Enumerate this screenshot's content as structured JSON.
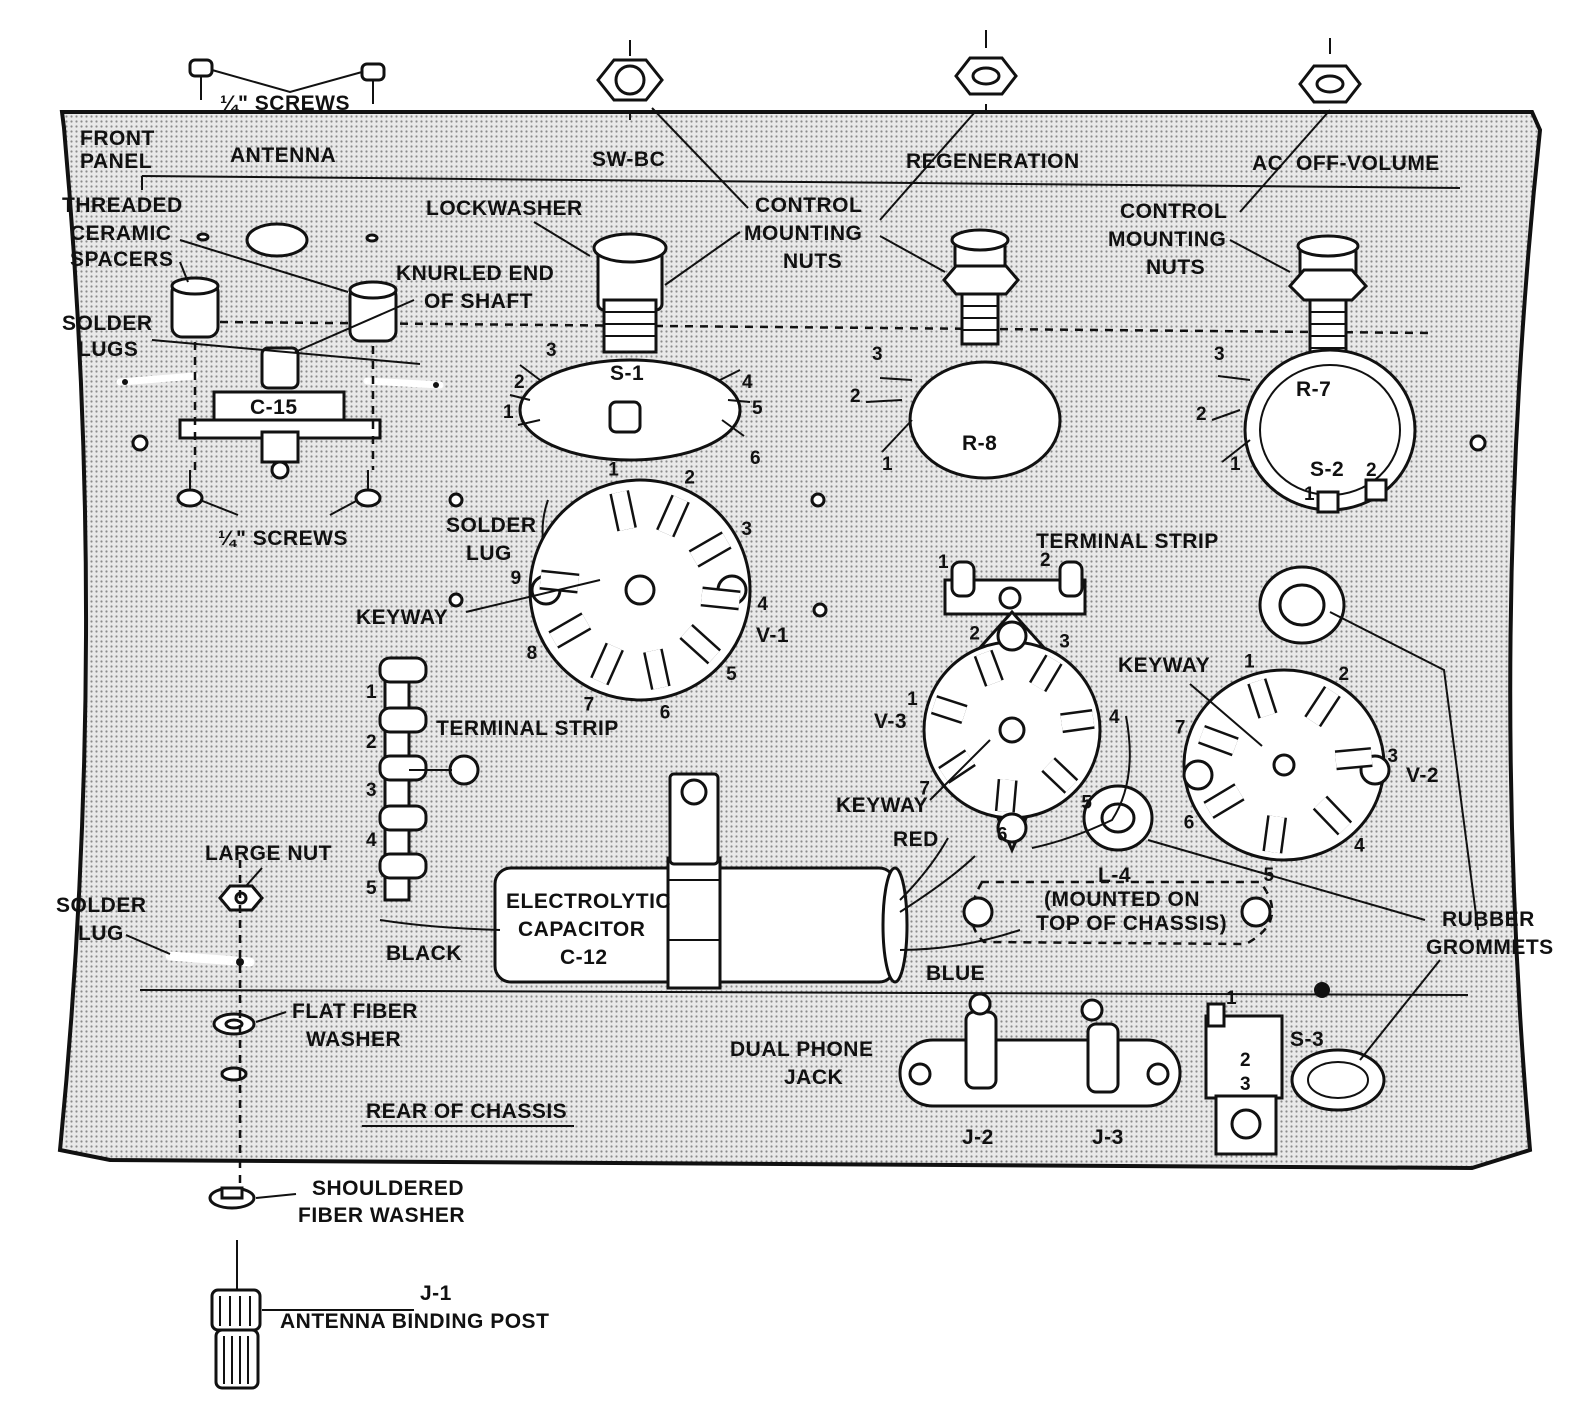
{
  "labels": {
    "screws_top": "¼\" SCREWS",
    "front_panel_1": "FRONT",
    "front_panel_2": "PANEL",
    "antenna": "ANTENNA",
    "swbc": "SW-BC",
    "regeneration": "REGENERATION",
    "ac_off_volume": "AC  OFF-VOLUME",
    "threaded_1": "THREADED",
    "threaded_2": "CERAMIC",
    "threaded_3": "SPACERS",
    "lockwasher": "LOCKWASHER",
    "cmn_left_1": "CONTROL",
    "cmn_left_2": "MOUNTING",
    "cmn_left_3": "NUTS",
    "cmn_right_1": "CONTROL",
    "cmn_right_2": "MOUNTING",
    "cmn_right_3": "NUTS",
    "knurled_1": "KNURLED END",
    "knurled_2": "OF SHAFT",
    "solder_lugs_1": "SOLDER",
    "solder_lugs_2": "LUGS",
    "c15": "C-15",
    "s1": "S-1",
    "r8": "R-8",
    "r7": "R-7",
    "s2": "S-2",
    "screws_bottom": "¼\" SCREWS",
    "solder_lug_v1_1": "SOLDER",
    "solder_lug_v1_2": "LUG",
    "keyway_v1": "KEYWAY",
    "v1": "V-1",
    "terminal_strip_top": "TERMINAL STRIP",
    "terminal_strip_left": "TERMINAL STRIP",
    "v3": "V-3",
    "keyway_v3": "KEYWAY",
    "keyway_v2": "KEYWAY",
    "v2": "V-2",
    "large_nut": "LARGE NUT",
    "solder_lug_left_1": "SOLDER",
    "solder_lug_left_2": "LUG",
    "electrolytic_1": "ELECTROLYTIC",
    "electrolytic_2": "CAPACITOR",
    "electrolytic_3": "C-12",
    "black": "BLACK",
    "red": "RED",
    "blue": "BLUE",
    "l4_1": "L-4",
    "l4_2": "(MOUNTED ON",
    "l4_3": "TOP OF CHASSIS)",
    "rubber_1": "RUBBER",
    "rubber_2": "GROMMETS",
    "flat_fiber_1": "FLAT FIBER",
    "flat_fiber_2": "WASHER",
    "dual_phone_1": "DUAL PHONE",
    "dual_phone_2": "JACK",
    "j2": "J-2",
    "j3": "J-3",
    "s3": "S-3",
    "rear_chassis": "REAR OF CHASSIS",
    "shouldered_1": "SHOULDERED",
    "shouldered_2": "FIBER WASHER",
    "j1_1": "J-1",
    "j1_2": "ANTENNA BINDING POST"
  },
  "pins": {
    "s1": [
      "1",
      "2",
      "3",
      "4",
      "5",
      "6"
    ],
    "r8": [
      "1",
      "2",
      "3"
    ],
    "r7": [
      "1",
      "2",
      "3"
    ],
    "s2": [
      "1",
      "2"
    ],
    "v1": [
      "1",
      "2",
      "3",
      "4",
      "5",
      "6",
      "7",
      "8",
      "9"
    ],
    "ts_top": [
      "1",
      "2"
    ],
    "v3": [
      "1",
      "2",
      "3",
      "4",
      "5",
      "6",
      "7"
    ],
    "v2": [
      "1",
      "2",
      "3",
      "4",
      "5",
      "6",
      "7"
    ],
    "ts_left": [
      "1",
      "2",
      "3",
      "4",
      "5"
    ],
    "s3": [
      "1",
      "2",
      "3"
    ]
  }
}
